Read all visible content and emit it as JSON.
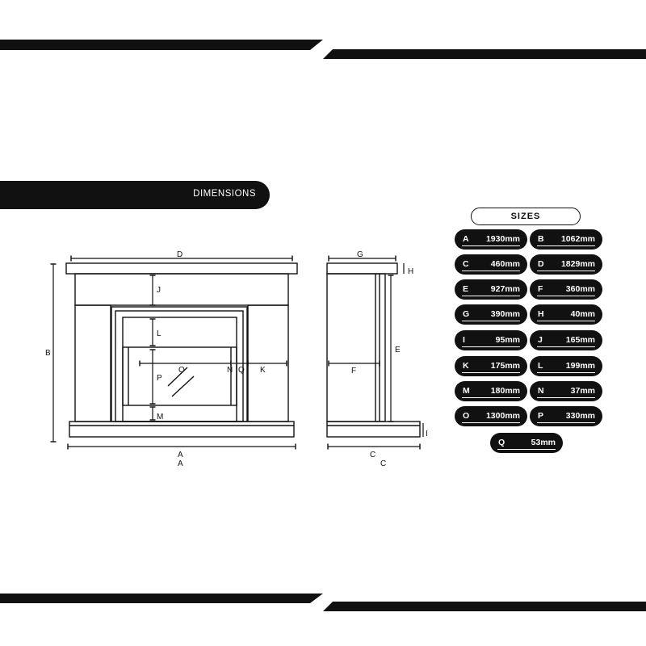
{
  "banner": {
    "title": "DIMENSIONS"
  },
  "sizes": {
    "title": "SIZES",
    "items": [
      {
        "letter": "A",
        "value": "1930mm"
      },
      {
        "letter": "B",
        "value": "1062mm"
      },
      {
        "letter": "C",
        "value": "460mm"
      },
      {
        "letter": "D",
        "value": "1829mm"
      },
      {
        "letter": "E",
        "value": "927mm"
      },
      {
        "letter": "F",
        "value": "360mm"
      },
      {
        "letter": "G",
        "value": "390mm"
      },
      {
        "letter": "H",
        "value": "40mm"
      },
      {
        "letter": "I",
        "value": "95mm"
      },
      {
        "letter": "J",
        "value": "165mm"
      },
      {
        "letter": "K",
        "value": "175mm"
      },
      {
        "letter": "L",
        "value": "199mm"
      },
      {
        "letter": "M",
        "value": "180mm"
      },
      {
        "letter": "N",
        "value": "37mm"
      },
      {
        "letter": "O",
        "value": "1300mm"
      },
      {
        "letter": "P",
        "value": "330mm"
      },
      {
        "letter": "Q",
        "value": "53mm"
      }
    ]
  },
  "front_labels": {
    "a": "A",
    "a_echo": "A",
    "b": "B",
    "d": "D",
    "j": "J",
    "l": "L",
    "p": "P",
    "o": "O",
    "m": "M",
    "n": "N",
    "q": "Q",
    "k": "K"
  },
  "side_labels": {
    "g": "G",
    "h": "H",
    "e": "E",
    "f": "F",
    "i": "I",
    "c": "C",
    "c_echo": "C"
  }
}
